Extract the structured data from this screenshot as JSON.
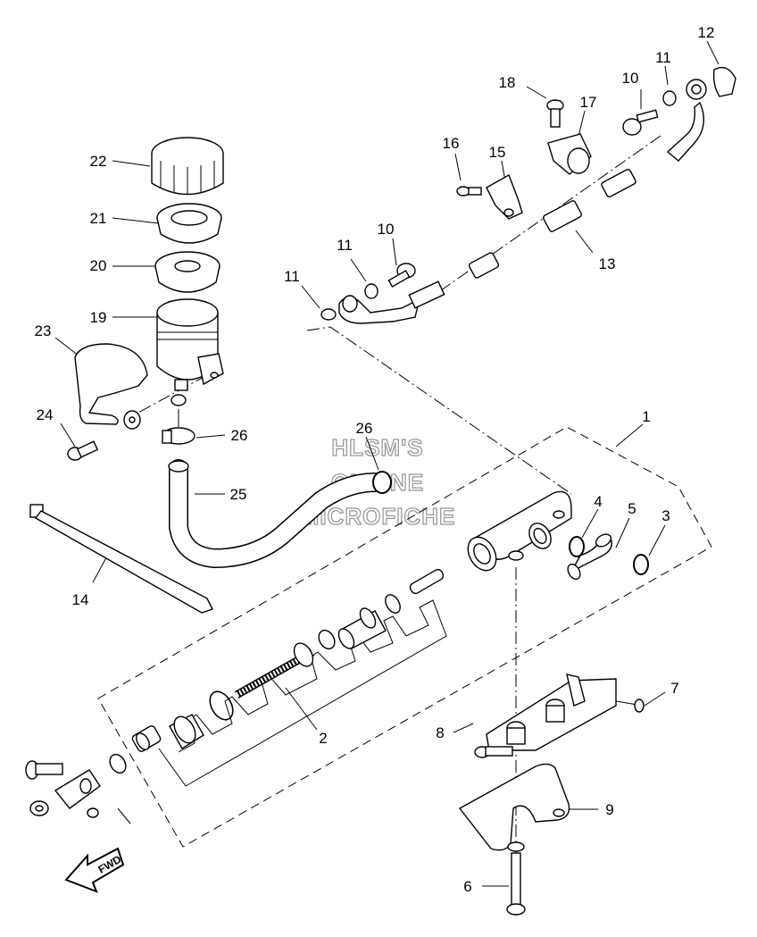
{
  "watermark": {
    "line1": "HLSM'S",
    "line2": "ONLINE",
    "line3": "MICROFICHE"
  },
  "direction_label": "FWD",
  "callouts": {
    "c1": "1",
    "c2": "2",
    "c3": "3",
    "c4": "4",
    "c5": "5",
    "c6": "6",
    "c7": "7",
    "c8": "8",
    "c9": "9",
    "c10a": "10",
    "c10b": "10",
    "c11a": "11",
    "c11b": "11",
    "c11c": "11",
    "c12": "12",
    "c13": "13",
    "c14": "14",
    "c15": "15",
    "c16": "16",
    "c17": "17",
    "c18": "18",
    "c19": "19",
    "c20": "20",
    "c21": "21",
    "c22": "22",
    "c23": "23",
    "c24": "24",
    "c25": "25",
    "c26a": "26",
    "c26b": "26"
  }
}
